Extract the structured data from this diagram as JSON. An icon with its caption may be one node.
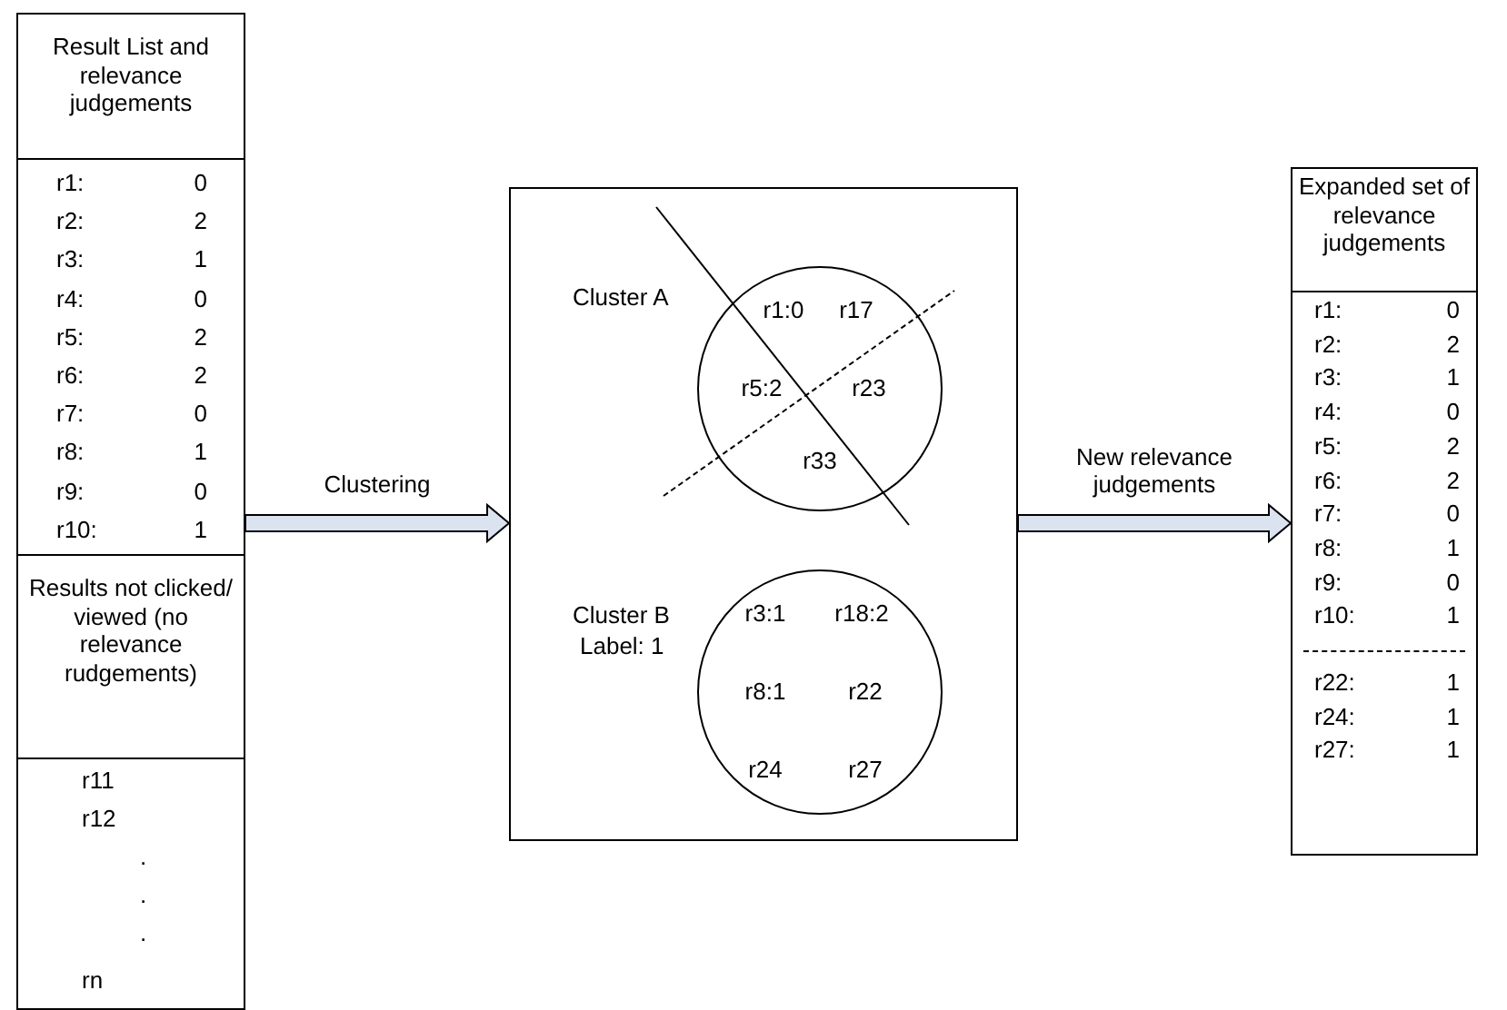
{
  "diagram": {
    "nodes": [
      {
        "text": [],
        "shape": "box"
      },
      {
        "text": [
          "Result List and relevance judgements"
        ],
        "in": 0
      },
      {
        "text": [
          "r1:",
          "0",
          "r2:",
          "2",
          "r3:",
          "1",
          "r4:",
          "0",
          "r5:",
          "2",
          "r6:",
          "2",
          "r7:",
          "0",
          "r8:",
          "1",
          "r9:",
          "0",
          "r10:",
          "1"
        ],
        "in": 0
      },
      {
        "text": [
          "Results not clicked/ viewed (no relevance rudgements)"
        ],
        "in": 0
      },
      {
        "text": [
          "r11",
          "r12",
          ".",
          ".",
          ".",
          "rn"
        ],
        "in": 0
      },
      {
        "text": [],
        "shape": "box"
      },
      {
        "text": [
          "Cluster A",
          "r1:0",
          "r17",
          "r5:2",
          "r23",
          "r33"
        ],
        "in": 5
      },
      {
        "text": [
          "Cluster B",
          "Label: 1",
          "r3:1",
          "r18:2",
          "r8:1",
          "r22",
          "r24",
          "r27"
        ],
        "in": 5
      },
      {
        "text": [],
        "shape": "box"
      },
      {
        "text": [
          "Expanded set of relevance judgements"
        ],
        "in": 8
      },
      {
        "text": [
          "r1:",
          "0",
          "r2:",
          "2",
          "r3:",
          "1",
          "r4:",
          "0",
          "r5:",
          "2",
          "r6:",
          "2",
          "r7:",
          "0",
          "r8:",
          "1",
          "r9:",
          "0",
          "r10:",
          "1",
          "r22:",
          "1",
          "r24:",
          "1",
          "r27:",
          "1"
        ],
        "in": 8
      }
    ],
    "edges": [
      {
        "from": 0,
        "to": 5,
        "arrow": "to",
        "label": "Clustering"
      },
      {
        "from": 5,
        "to": 8,
        "arrow": "to",
        "label": "New relevance judgements"
      }
    ]
  }
}
